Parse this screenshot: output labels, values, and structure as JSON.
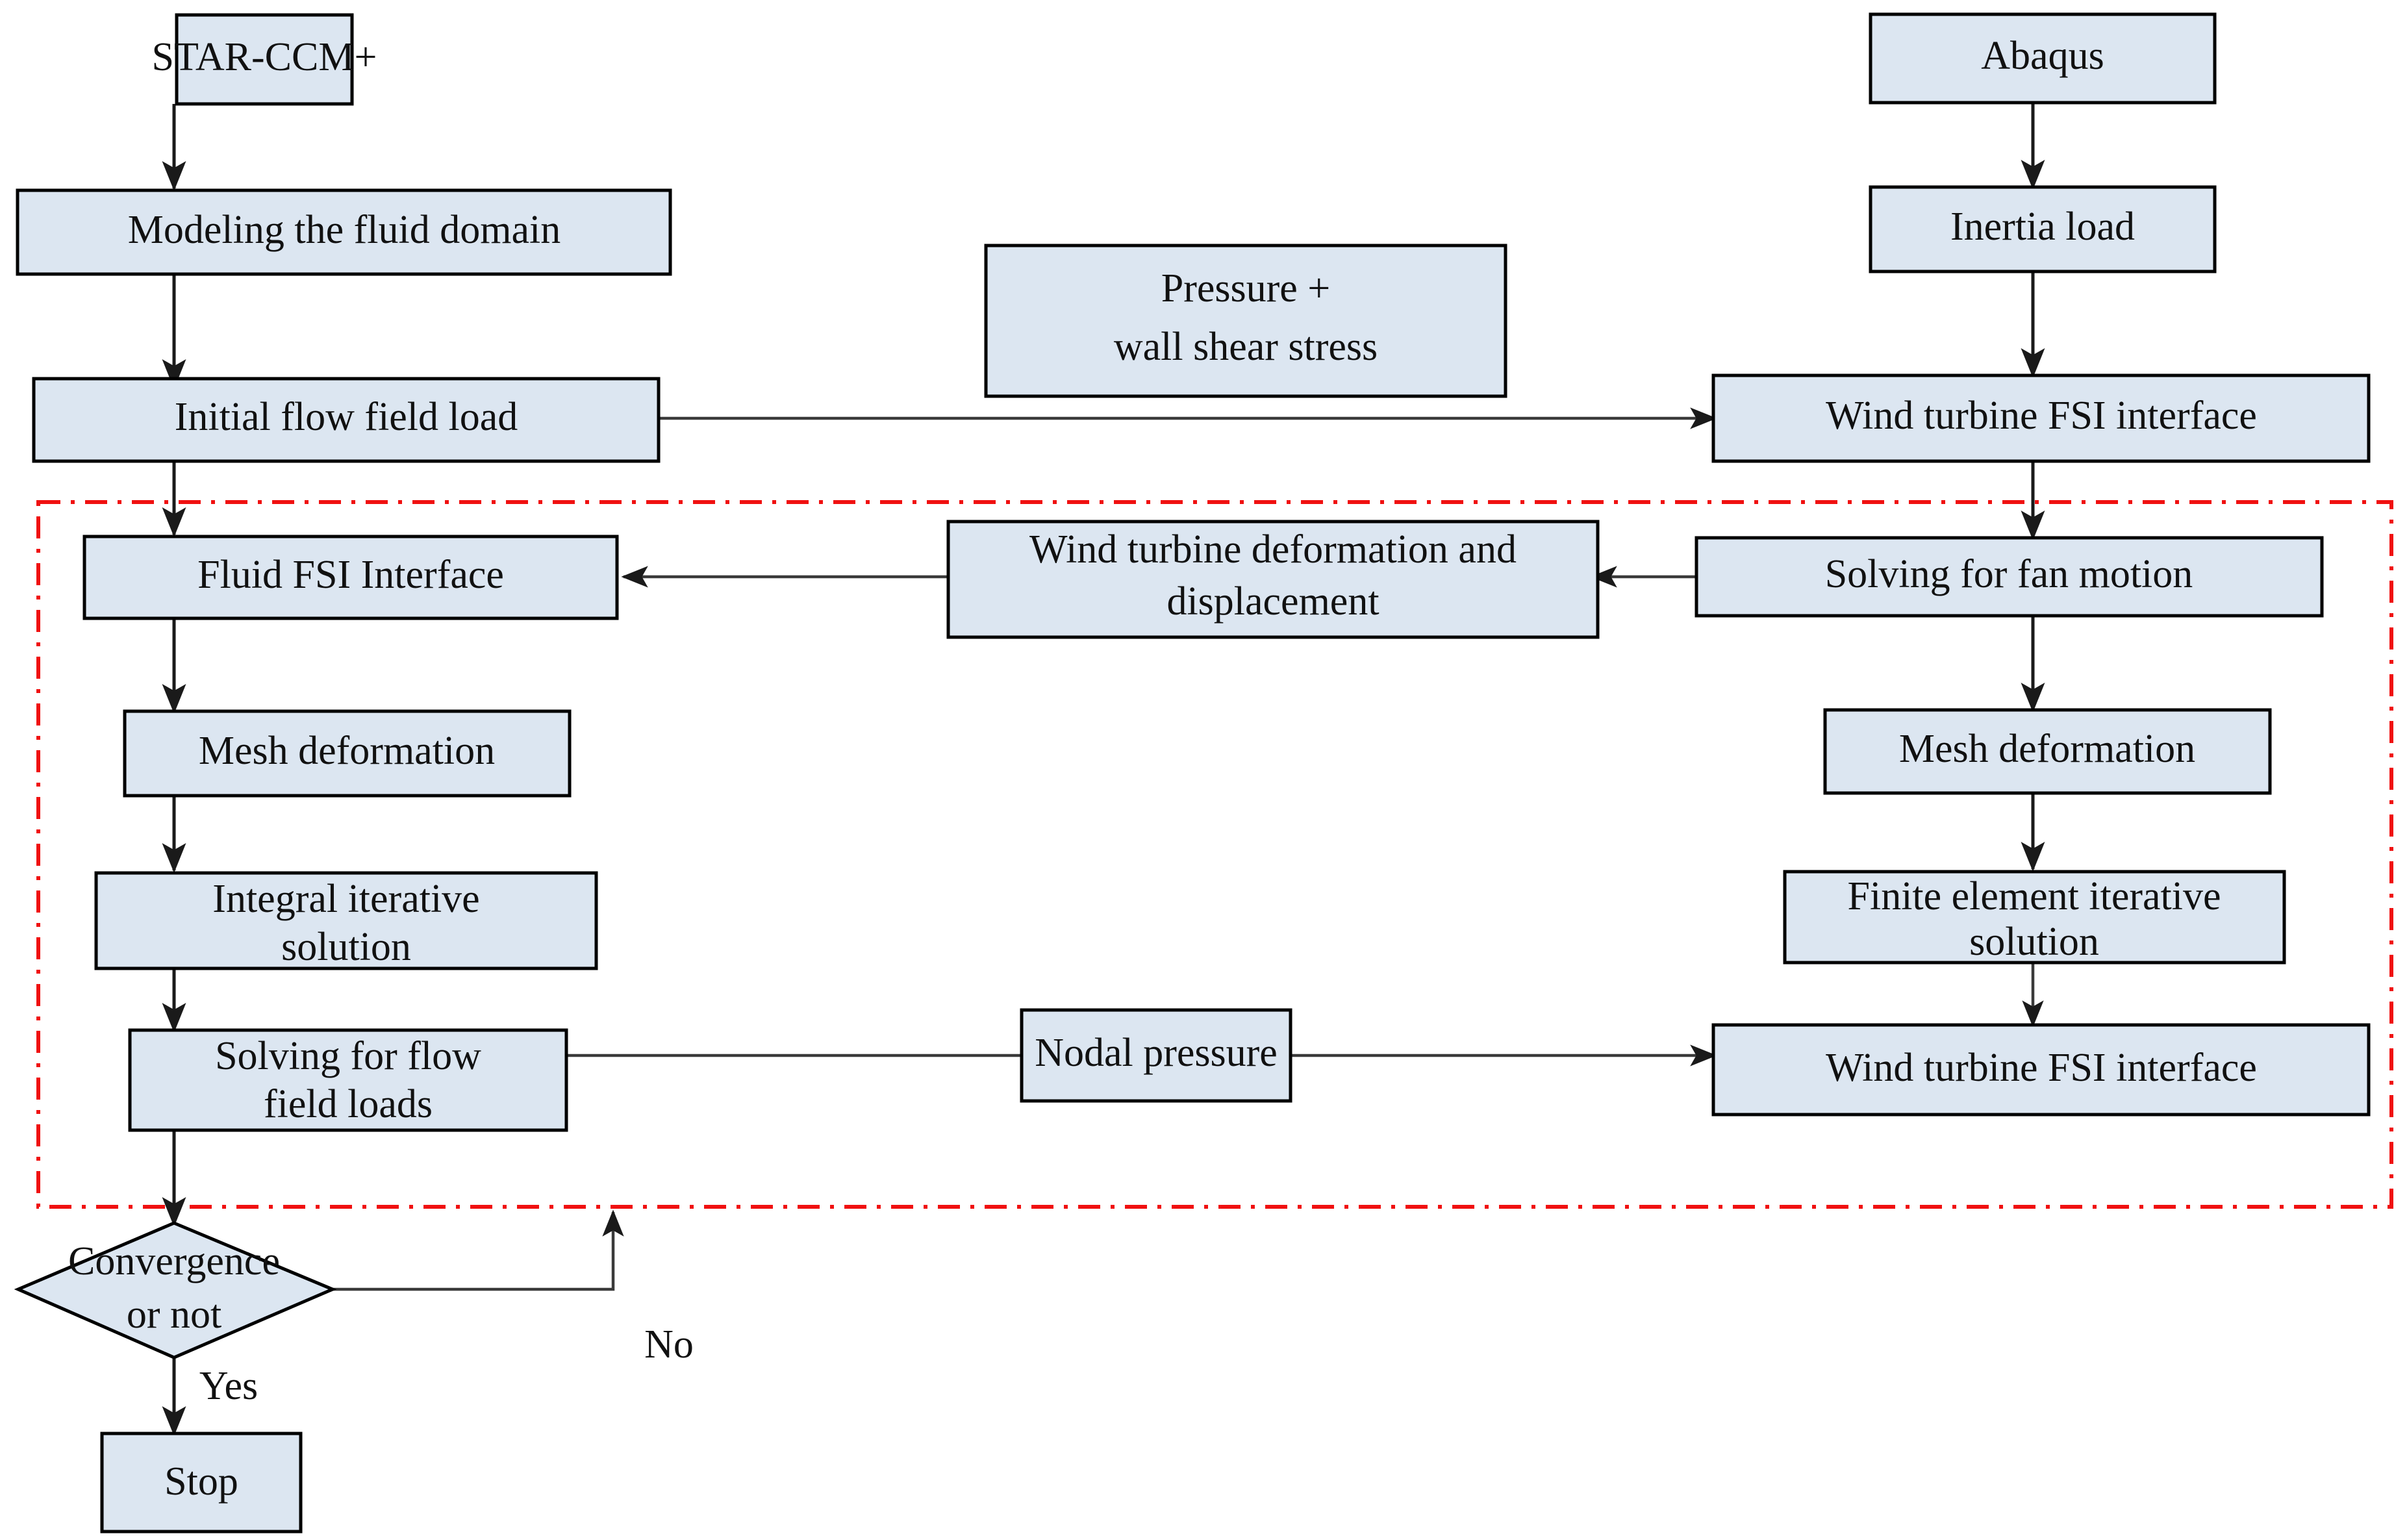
{
  "diagram": {
    "title": "Fluid-Structure Interaction (FSI) co-simulation workflow",
    "colors": {
      "node_fill": "#dce6f1",
      "node_stroke": "#000000",
      "loop_boundary": "#f01010",
      "arrow": "#1a1a1a",
      "background": "#ffffff"
    },
    "nodes": {
      "star_ccm": "STAR-CCM+",
      "modeling_fluid_domain": "Modeling the fluid domain",
      "initial_flow_field_load": "Initial flow field load",
      "pressure_wall_shear_line1": "Pressure +",
      "pressure_wall_shear_line2": "wall shear stress",
      "abaqus": "Abaqus",
      "inertia_load": "Inertia load",
      "wind_turbine_fsi_interface_top": "Wind turbine FSI interface",
      "fluid_fsi_interface": "Fluid FSI Interface",
      "wind_turbine_deformation_line1": "Wind turbine deformation and",
      "wind_turbine_deformation_line2": "displacement",
      "solving_fan_motion": "Solving for fan motion",
      "mesh_deformation_left": "Mesh deformation",
      "mesh_deformation_right": "Mesh deformation",
      "integral_iterative_line1": "Integral iterative",
      "integral_iterative_line2": "solution",
      "finite_element_iterative_line1": "Finite element iterative",
      "finite_element_iterative_line2": "solution",
      "solving_flow_field_loads_line1": "Solving for flow",
      "solving_flow_field_loads_line2": "field loads",
      "nodal_pressure": "Nodal pressure",
      "wind_turbine_fsi_interface_bottom": "Wind turbine FSI interface",
      "convergence_line1": "Convergence",
      "convergence_line2": "or not",
      "stop": "Stop"
    },
    "edge_labels": {
      "yes": "Yes",
      "no": "No"
    }
  }
}
